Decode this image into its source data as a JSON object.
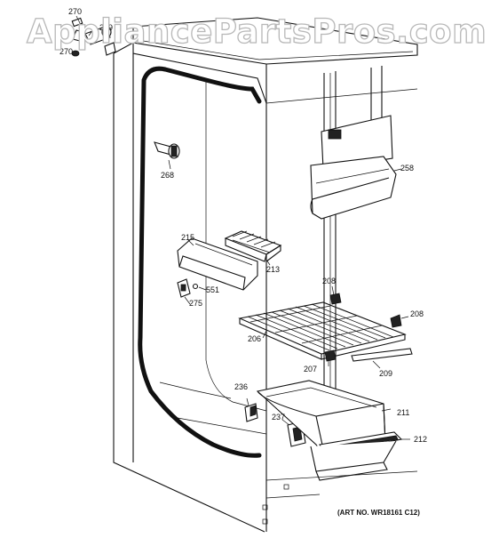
{
  "watermark": "AppliancePartsPros.com",
  "art_number": "(ART NO. WR18161 C12)",
  "callouts": [
    {
      "id": "c270a",
      "text": "270"
    },
    {
      "id": "c269",
      "text": "269"
    },
    {
      "id": "c270b",
      "text": "270"
    },
    {
      "id": "c268",
      "text": "268"
    },
    {
      "id": "c258",
      "text": "258"
    },
    {
      "id": "c215",
      "text": "215"
    },
    {
      "id": "c213",
      "text": "213"
    },
    {
      "id": "c551",
      "text": "551"
    },
    {
      "id": "c275",
      "text": "275"
    },
    {
      "id": "c208a",
      "text": "208"
    },
    {
      "id": "c208b",
      "text": "208"
    },
    {
      "id": "c206",
      "text": "206"
    },
    {
      "id": "c207",
      "text": "207"
    },
    {
      "id": "c209",
      "text": "209"
    },
    {
      "id": "c236",
      "text": "236"
    },
    {
      "id": "c237",
      "text": "237"
    },
    {
      "id": "c211",
      "text": "211"
    },
    {
      "id": "c212",
      "text": "212"
    }
  ]
}
